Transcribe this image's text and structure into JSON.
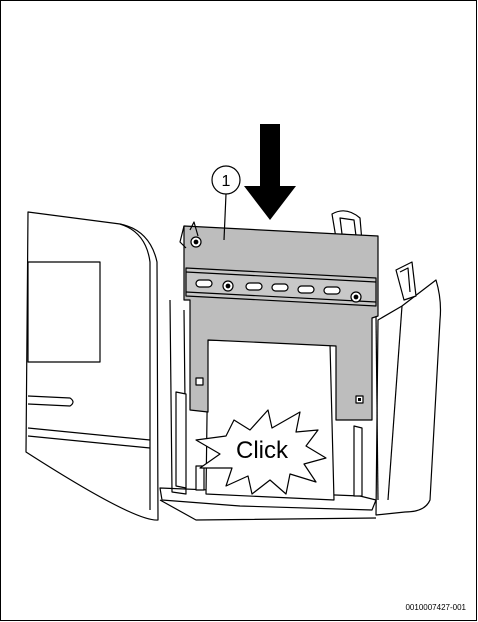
{
  "diagram": {
    "callout_number": "1",
    "click_label": "Click",
    "reference_code": "0010007427-001"
  },
  "colors": {
    "plate_fill": "#bdbdbd",
    "line": "#000000",
    "background": "#ffffff"
  },
  "icons": [
    "down-arrow-icon",
    "screw-icon",
    "starburst-icon"
  ]
}
